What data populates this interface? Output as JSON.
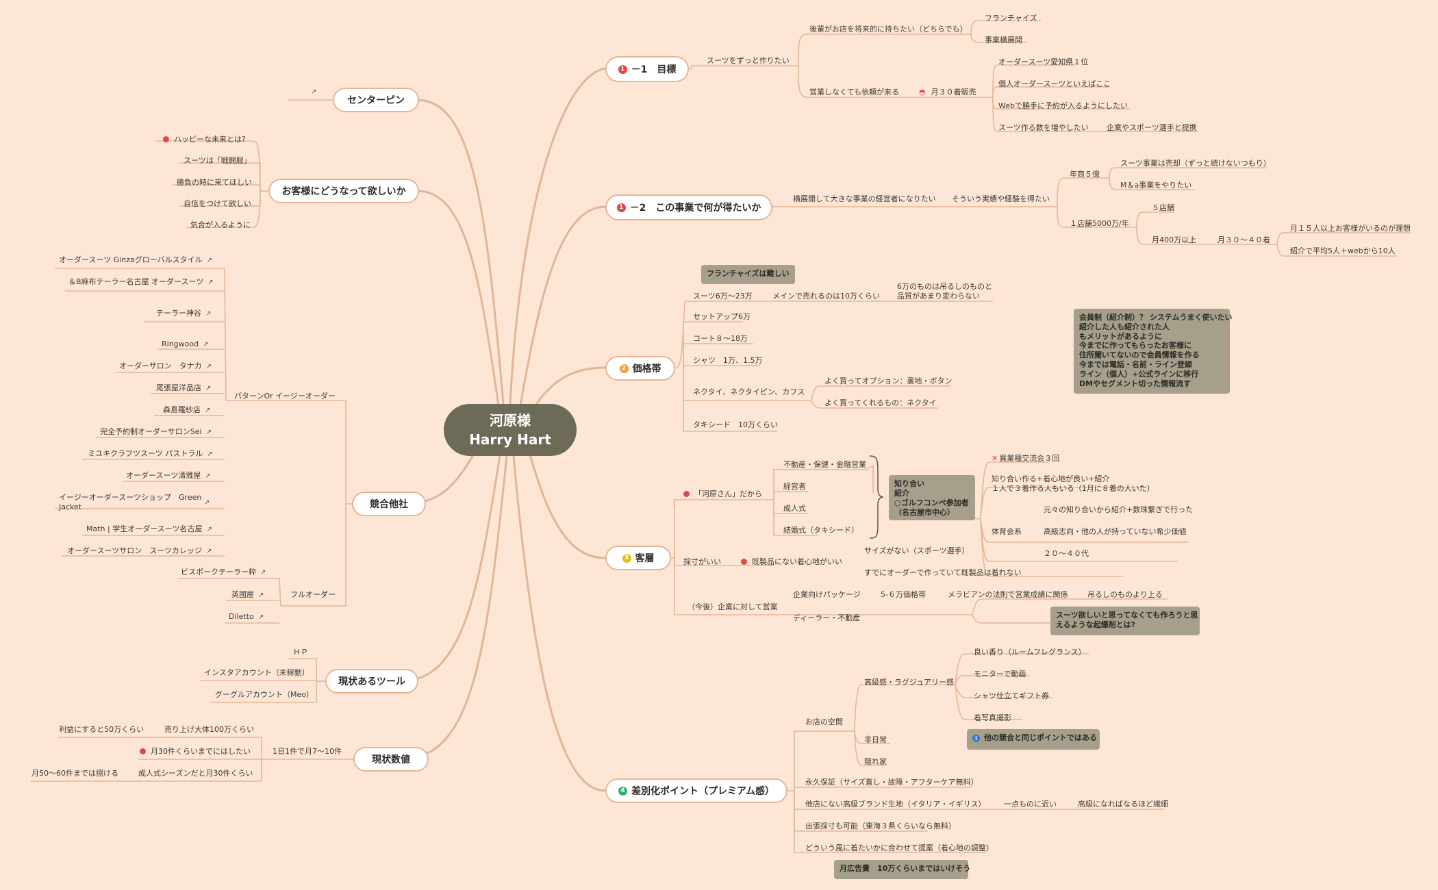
{
  "center": {
    "line1": "河原様",
    "line2": "Harry Hart"
  },
  "colors": {
    "background": "#fde6d5",
    "center": "#6d6a57",
    "branch": "#e3b79a",
    "note": "#a59f8b",
    "red": "#e04848",
    "orange": "#f0a040",
    "yellow": "#e0c020",
    "green": "#30b070"
  },
  "icons": {
    "external": "external-link-icon",
    "flag": "red-dot-icon",
    "cross": "cross-icon",
    "face": "face-icon",
    "info": "info-icon"
  },
  "main": {
    "m1": {
      "num": "1",
      "text": "－1　目標"
    },
    "m2": {
      "num": "1",
      "text": "－2　この事業で何が得たいか"
    },
    "m3": {
      "num": "2",
      "text": "価格帯"
    },
    "m4": {
      "num": "3",
      "text": "客層"
    },
    "m5": {
      "num": "4",
      "text": "差別化ポイント（プレミアム感）"
    },
    "c1": "センターピン",
    "c2": "お客様にどうなって欲しいか",
    "c3": "競合他社",
    "c4": "現状あるツール",
    "c5": "現状数値"
  },
  "labels": {
    "a1": "スーツをずっと作りたい",
    "a2": "後輩がお店を将来的に持ちたい（どちらでも）",
    "a3": "フランチャイズ",
    "a4": "事業横展開",
    "a5": "営業しなくても依頼が来る",
    "a6": "月３０着販売",
    "a7": "オーダースーツ愛知県１位",
    "a8": "個人オーダースーツといえばここ",
    "a9": "Webで勝手に予約が入るようにしたい",
    "a10": "スーツ作る数を増やしたい",
    "a11": "企業やスポーツ選手と提携",
    "b1": "横展開して大きな事業の経営者になりたい",
    "b2": "そういう実績や経験を得たい",
    "b3": "年商５億",
    "b4": "スーツ事業は売却（ずっと続けないつもり）",
    "b5": "M＆a事業をやりたい",
    "b6": "１店舗5000万/年",
    "b7": "５店舗",
    "b8": "月400万以上",
    "b9": "月３０〜４０着",
    "b10": "月１５人以上お客様がいるのが理想",
    "b11": "紹介で平均5人＋webから10人",
    "p1": "スーツ6万〜23万",
    "p2": "メインで売れるのは10万くらい",
    "p3": "6万のものは吊るしのものと\n品質があまり変わらない",
    "p4": "セットアップ6万",
    "p5": "コート８〜18万",
    "p6": "シャツ　1万、1.5万",
    "p7": "ネクタイ、ネクタイピン、カフス",
    "p8": "よく買ってオプション：裏地・ボタン",
    "p9": "よく買ってくれるもの：ネクタイ",
    "p10": "タキシード　10万くらい",
    "k1": "「河原さん」だから",
    "k2": "不動産・保健・金融営業",
    "k3": "経営者",
    "k4": "成人式",
    "k5": "結婚式（タキシード）",
    "k6": "異業種交流会３回",
    "k7": "知り合い作る+着心地が良い+紹介\n１人で３着作る人もいる（1月に８着の人いた）",
    "k8": "体育会系",
    "k9": "元々の知り合いから紹介+数珠繋ぎで行った",
    "k10": "高級志向・他の人が持っていない希少価値",
    "k11": "２０〜４０代",
    "k12": "採寸がいい",
    "k13": "既製品にない着心地がいい",
    "k14": "サイズがない（スポーツ選手）",
    "k15": "すでにオーダーで作っていて既製品は着れない",
    "k16": "（今後）企業に対して営業",
    "k17": "企業向けパッケージ",
    "k18": "5-６万価格帯",
    "k19": "メラビアンの法則で営業成績に関係",
    "k20": "吊るしのものより上る",
    "k21": "ディーラー・不動産",
    "d1": "お店の空間",
    "d2": "高級感・ラグジュアリー感",
    "d3": "良い香り（ルームフレグランス）",
    "d4": "モニターで動画",
    "d5": "シャツ仕立てギフト券",
    "d6": "着写真撮影",
    "d7": "非日常",
    "d8": "隠れ家",
    "d9": "永久保証（サイズ直し・故障・アフターケア無料）",
    "d10": "他店にない高級ブランド生地（イタリア・イギリス）",
    "d11": "一点ものに近い",
    "d12": "高級になればなるほど繊細",
    "d13": "出張採寸も可能（東海３県くらいなら無料）",
    "d14": "どういう風に着たいかに合わせて提案（着心地の調整）",
    "l2a": "ハッピーな未来とは?",
    "l2b": "スーツは「戦闘服」",
    "l2c": "勝負の時に来てほしい",
    "l2d": "自信をつけて欲しい",
    "l2e": "気合が入るように",
    "r1": "オーダースーツ Ginzaグローバルスタイル",
    "r2": "＆B麻布テーラー名古屋 オーダースーツ",
    "r3": "テーラー神谷",
    "r4": "Ringwood",
    "r5": "オーダーサロン　タナカ",
    "r6": "尾張屋洋品店",
    "r7": "森島羅紗店",
    "r8": "完全予約制オーダーサロンSei",
    "r9": "ミユキクラフツスーツ パストラル",
    "r10": "オーダースーツ清雅屋",
    "r11": "イージーオーダースーツショップ　Green\nJacket",
    "r12": "Math | 学生オーダースーツ名古屋",
    "r13": "オーダースーツサロン　スーツカレッジ",
    "r14": "パターンOr イージーオーダー",
    "r15": "ビスポークテーラー粋",
    "r16": "英國屋",
    "r17": "Diletto",
    "r18": "フルオーダー",
    "t1": "ＨＰ",
    "t2": "インスタアカウント（未稼動）",
    "t3": "グーグルアカウント（Meo）",
    "s1": "利益にすると50万くらい",
    "s2": "売り上げ大体100万くらい",
    "s3": "月30件くらいまでにはしたい",
    "s4": "1日1件で月7〜10件",
    "s5": "月50〜60件までは捌ける",
    "s6": "成人式シーズンだと月30件くらい"
  },
  "notes": {
    "n1": "フランチャイズは難しい",
    "n2": "会員制（紹介制）？ システムうまく使いたい\n紹介した人も紹介された人\nもメリットがあるように\n今までに作ってもらったお客様に\n住所聞いてないので会員情報を作る\n今までは電話・名前・ライン登録\nライン（個人）+公式ラインに移行\nDMやセグメント切った情報流す",
    "n3": "知り合い\n紹介\n○ゴルフコンペ参加者\n（名古屋市中心）",
    "n4": "スーツ欲しいと思ってなくても作ろうと思\nえるような起爆剤とは?",
    "n5": "他の競合と同じポイントではある",
    "n6": "月広告費　10万くらいまではいけそう"
  }
}
